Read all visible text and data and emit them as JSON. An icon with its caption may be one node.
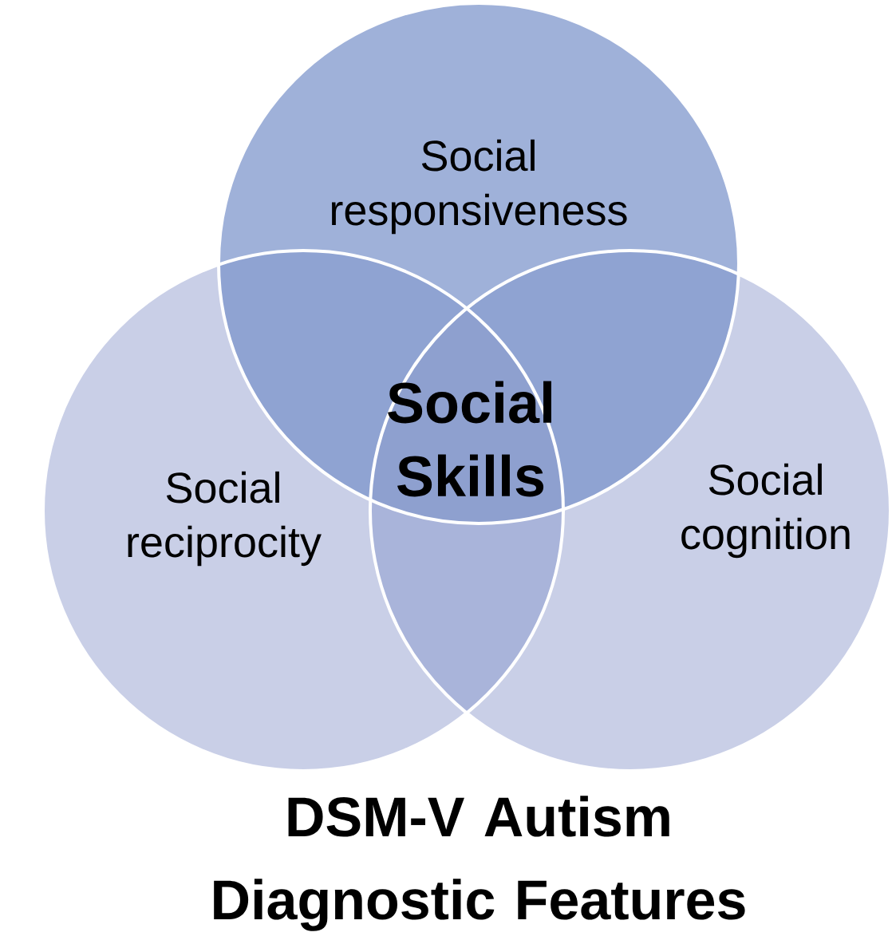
{
  "diagram": {
    "caption": "DSM-V Autism Diagnostic Features",
    "nodes": [
      {
        "text": [
          "Social responsiveness"
        ]
      },
      {
        "text": [
          "Social reciprocity"
        ]
      },
      {
        "text": [
          "Social cognition"
        ]
      }
    ],
    "labels": [
      "Social Skills"
    ]
  }
}
